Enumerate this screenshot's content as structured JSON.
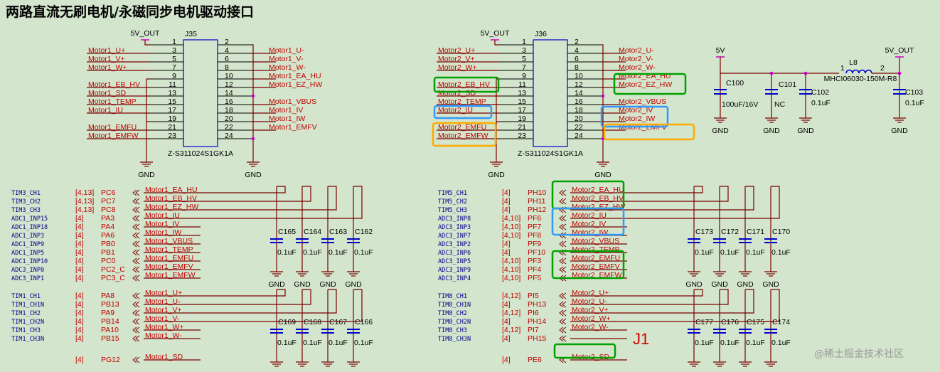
{
  "title": "两路直流无刷电机/永磁同步电机驱动接口",
  "watermark": "@稀土掘金技术社区",
  "annotation": "J1",
  "colors": {
    "wire": "#7a0000",
    "label": "#c00000",
    "pin": "#000000",
    "box": "#0000cc",
    "junction": "#cc00cc",
    "green": "#00a000",
    "blue": "#3399ff",
    "orange": "#ffaa00",
    "text": "#000000"
  },
  "connectors": [
    {
      "ref": "J35",
      "part": "Z-S311024S1GK1A",
      "power": "5V_OUT",
      "gnd_left": "GND",
      "gnd_right": "GND",
      "rows": [
        {
          "l": 1,
          "r": 2,
          "ln": "",
          "rn": ""
        },
        {
          "l": 3,
          "r": 4,
          "ln": "Motor1_U+",
          "rn": "Motor1_U-"
        },
        {
          "l": 5,
          "r": 6,
          "ln": "Motor1_V+",
          "rn": "Motor1_V-"
        },
        {
          "l": 7,
          "r": 8,
          "ln": "Motor1_W+",
          "rn": "Motor1_W-"
        },
        {
          "l": 9,
          "r": 10,
          "ln": "",
          "rn": "Motor1_EA_HU"
        },
        {
          "l": 11,
          "r": 12,
          "ln": "Motor1_EB_HV",
          "rn": "Motor1_EZ_HW"
        },
        {
          "l": 13,
          "r": 14,
          "ln": "Motor1_SD",
          "rn": ""
        },
        {
          "l": 15,
          "r": 16,
          "ln": "Motor1_TEMP",
          "rn": "Motor1_VBUS"
        },
        {
          "l": 17,
          "r": 18,
          "ln": "Motor1_IU",
          "rn": "Motor1_IV"
        },
        {
          "l": 19,
          "r": 20,
          "ln": "",
          "rn": "Motor1_IW"
        },
        {
          "l": 21,
          "r": 22,
          "ln": "Motor1_EMFU",
          "rn": "Motor1_EMFV"
        },
        {
          "l": 23,
          "r": 24,
          "ln": "Motor1_EMFW",
          "rn": ""
        }
      ]
    },
    {
      "ref": "J36",
      "part": "Z-S311024S1GK1A",
      "power": "5V_OUT",
      "gnd_left": "GND",
      "gnd_right": "GND",
      "rows": [
        {
          "l": 1,
          "r": 2,
          "ln": "",
          "rn": ""
        },
        {
          "l": 3,
          "r": 4,
          "ln": "Motor2_U+",
          "rn": "Motor2_U-"
        },
        {
          "l": 5,
          "r": 6,
          "ln": "Motor2_V+",
          "rn": "Motor2_V-"
        },
        {
          "l": 7,
          "r": 8,
          "ln": "Motor2_W+",
          "rn": "Motor2_W-"
        },
        {
          "l": 9,
          "r": 10,
          "ln": "",
          "rn": "Motor2_EA_HU"
        },
        {
          "l": 11,
          "r": 12,
          "ln": "Motor2_EB_HV",
          "rn": "Motor2_EZ_HW"
        },
        {
          "l": 13,
          "r": 14,
          "ln": "Motor2_SD",
          "rn": ""
        },
        {
          "l": 15,
          "r": 16,
          "ln": "Motor2_TEMP",
          "rn": "Motor2_VBUS"
        },
        {
          "l": 17,
          "r": 18,
          "ln": "Motor2_IU",
          "rn": "Motor2_IV"
        },
        {
          "l": 19,
          "r": 20,
          "ln": "",
          "rn": "Motor2_IW"
        },
        {
          "l": 21,
          "r": 22,
          "ln": "Motor2_EMFU",
          "rn": "Motor2_EMFV"
        },
        {
          "l": 23,
          "r": 24,
          "ln": "Motor2_EMFW",
          "rn": ""
        }
      ]
    }
  ],
  "power": {
    "vin": "5V",
    "vout": "5V_OUT",
    "gnd": "GND",
    "inductor": {
      "ref": "L8",
      "part": "MHCI06030-150M-R8",
      "pin1": "1",
      "pin2": "2"
    },
    "caps": [
      {
        "ref": "C100",
        "value": "100uF/16V"
      },
      {
        "ref": "C101",
        "value": "NC"
      },
      {
        "ref": "C102",
        "value": "0.1uF"
      },
      {
        "ref": "C103",
        "value": "0.1uF"
      }
    ]
  },
  "mcu_groups": [
    {
      "rows": [
        {
          "f": "TIM3_CH1",
          "ref": "[4,13]",
          "pin": "PC6",
          "net": "Motor1_EA_HU"
        },
        {
          "f": "TIM3_CH2",
          "ref": "[4,13]",
          "pin": "PC7",
          "net": "Motor1_EB_HV"
        },
        {
          "f": "TIM3_CH3",
          "ref": "[4,13]",
          "pin": "PC8",
          "net": "Motor1_EZ_HW"
        },
        {
          "f": "ADC1_INP15",
          "ref": "[4]",
          "pin": "PA3",
          "net": "Motor1_IU"
        },
        {
          "f": "ADC1_INP18",
          "ref": "[4]",
          "pin": "PA4",
          "net": "Motor1_IV"
        },
        {
          "f": "ADC1_INP3",
          "ref": "[4]",
          "pin": "PA6",
          "net": "Motor1_IW"
        },
        {
          "f": "ADC1_INP9",
          "ref": "[4]",
          "pin": "PB0",
          "net": "Motor1_VBUS"
        },
        {
          "f": "ADC1_INP5",
          "ref": "[4]",
          "pin": "PB1",
          "net": "Motor1_TEMP"
        },
        {
          "f": "ADC1_INP10",
          "ref": "[4]",
          "pin": "PC0",
          "net": "Motor1_EMFU"
        },
        {
          "f": "ADC3_INP0",
          "ref": "[4]",
          "pin": "PC2_C",
          "net": "Motor1_EMFV"
        },
        {
          "f": "ADC3_INP1",
          "ref": "[4]",
          "pin": "PC3_C",
          "net": "Motor1_EMFW"
        }
      ],
      "caps": [
        {
          "ref": "C165",
          "value": "0.1uF"
        },
        {
          "ref": "C164",
          "value": "0.1uF"
        },
        {
          "ref": "C163",
          "value": "0.1uF"
        },
        {
          "ref": "C162",
          "value": "0.1uF"
        }
      ]
    },
    {
      "rows": [
        {
          "f": "TIM1_CH1",
          "ref": "[4]",
          "pin": "PA8",
          "net": "Motor1_U+"
        },
        {
          "f": "TIM1_CH1N",
          "ref": "[4]",
          "pin": "PB13",
          "net": "Motor1_U-"
        },
        {
          "f": "TIM1_CH2",
          "ref": "[4]",
          "pin": "PA9",
          "net": "Motor1_V+"
        },
        {
          "f": "TIM1_CH2N",
          "ref": "[4]",
          "pin": "PB14",
          "net": "Motor1_V-"
        },
        {
          "f": "TIM1_CH3",
          "ref": "[4]",
          "pin": "PA10",
          "net": "Motor1_W+"
        },
        {
          "f": "TIM1_CH3N",
          "ref": "[4]",
          "pin": "PB15",
          "net": "Motor1_W-"
        }
      ],
      "extra": {
        "ref": "[4]",
        "pin": "PG12",
        "net": "Motor1_SD"
      },
      "caps": [
        {
          "ref": "C169",
          "value": "0.1uF"
        },
        {
          "ref": "C168",
          "value": "0.1uF"
        },
        {
          "ref": "C167",
          "value": "0.1uF"
        },
        {
          "ref": "C166",
          "value": "0.1uF"
        }
      ]
    },
    {
      "rows": [
        {
          "f": "TIM5_CH1",
          "ref": "[4]",
          "pin": "PH10",
          "net": "Motor2_EA_HU"
        },
        {
          "f": "TIM5_CH2",
          "ref": "[4]",
          "pin": "PH11",
          "net": "Motor2_EB_HV"
        },
        {
          "f": "TIM5_CH3",
          "ref": "[4]",
          "pin": "PH12",
          "net": "Motor2_EZ_HW"
        },
        {
          "f": "ADC3_INP8",
          "ref": "[4,10]",
          "pin": "PF6",
          "net": "Motor2_IU"
        },
        {
          "f": "ADC3_INP3",
          "ref": "[4,10]",
          "pin": "PF7",
          "net": "Motor2_IV"
        },
        {
          "f": "ADC3_INP7",
          "ref": "[4,10]",
          "pin": "PF8",
          "net": "Motor2_IW"
        },
        {
          "f": "ADC3_INP2",
          "ref": "[4]",
          "pin": "PF9",
          "net": "Motor2_VBUS"
        },
        {
          "f": "ADC3_INP6",
          "ref": "[4]",
          "pin": "PF10",
          "net": "Motor2_TEMP"
        },
        {
          "f": "ADC3_INP5",
          "ref": "[4,10]",
          "pin": "PF3",
          "net": "Motor2_EMFU"
        },
        {
          "f": "ADC3_INP9",
          "ref": "[4,10]",
          "pin": "PF4",
          "net": "Motor2_EMFV"
        },
        {
          "f": "ADC3_INP4",
          "ref": "[4,10]",
          "pin": "PF5",
          "net": "Motor2_EMFW"
        }
      ],
      "caps": [
        {
          "ref": "C173",
          "value": "0.1uF"
        },
        {
          "ref": "C172",
          "value": "0.1uF"
        },
        {
          "ref": "C171",
          "value": "0.1uF"
        },
        {
          "ref": "C170",
          "value": "0.1uF"
        }
      ]
    },
    {
      "rows": [
        {
          "f": "TIM8_CH1",
          "ref": "[4,12]",
          "pin": "PI5",
          "net": "Motor2_U+"
        },
        {
          "f": "TIM8_CH1N",
          "ref": "[4]",
          "pin": "PH13",
          "net": "Motor2_U-"
        },
        {
          "f": "TIM8_CH2",
          "ref": "[4,12]",
          "pin": "PI6",
          "net": "Motor2_V+"
        },
        {
          "f": "TIM8_CH2N",
          "ref": "[4]",
          "pin": "PH14",
          "net": "Motor2_W+"
        },
        {
          "f": "TIM8_CH3",
          "ref": "[4,12]",
          "pin": "PI7",
          "net": "Motor2_W-"
        },
        {
          "f": "TIM8_CH3N",
          "ref": "[4]",
          "pin": "PH15",
          "net": ""
        }
      ],
      "extra": {
        "ref": "[4]",
        "pin": "PE6",
        "net": "Motor2_SD"
      },
      "caps": [
        {
          "ref": "C177",
          "value": "0.1uF"
        },
        {
          "ref": "C176",
          "value": "0.1uF"
        },
        {
          "ref": "C175",
          "value": "0.1uF"
        },
        {
          "ref": "C174",
          "value": "0.1uF"
        }
      ]
    }
  ]
}
